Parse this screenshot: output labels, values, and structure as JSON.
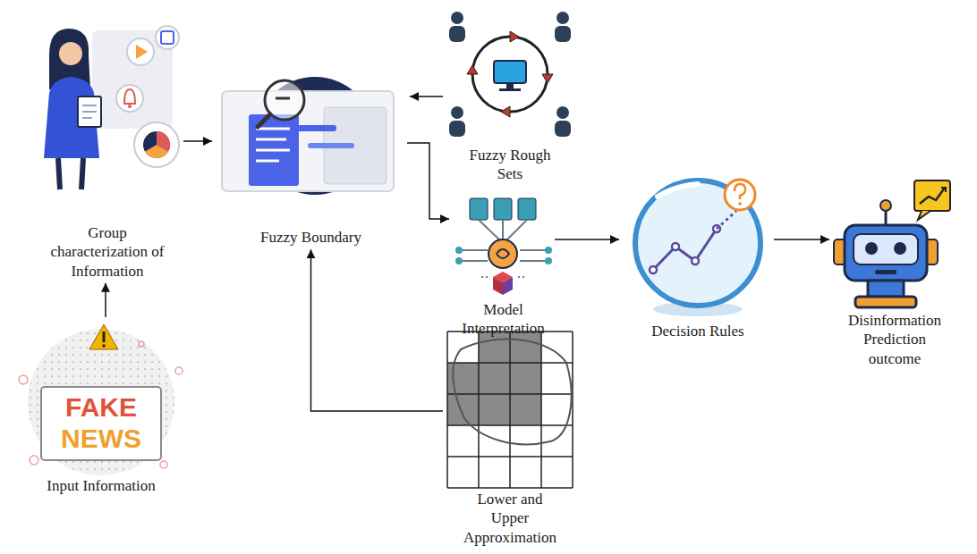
{
  "diagram": {
    "nodes": [
      {
        "text": [
          "Group characterization of Information"
        ]
      },
      {
        "text": [
          "Fuzzy Boundary"
        ]
      },
      {
        "text": [
          "Fuzzy Rough Sets"
        ]
      },
      {
        "text": [
          "Model Interpretation"
        ]
      },
      {
        "text": [
          "Decision Rules"
        ]
      },
      {
        "text": [
          "Disinformation Prediction outcome"
        ]
      },
      {
        "text": [
          "FAKE NEWS",
          "Input Information"
        ]
      },
      {
        "text": [
          "Lower and Upper Approximation"
        ]
      }
    ],
    "edges": [
      {
        "from": 6,
        "to": 0,
        "arrow": "to"
      },
      {
        "from": 0,
        "to": 1,
        "arrow": "to"
      },
      {
        "from": 2,
        "to": 1,
        "arrow": "to"
      },
      {
        "from": 1,
        "to": 3,
        "arrow": "to"
      },
      {
        "from": 3,
        "to": 4,
        "arrow": "to"
      },
      {
        "from": 4,
        "to": 5,
        "arrow": "to"
      },
      {
        "from": 7,
        "to": 1,
        "arrow": "to"
      }
    ]
  }
}
